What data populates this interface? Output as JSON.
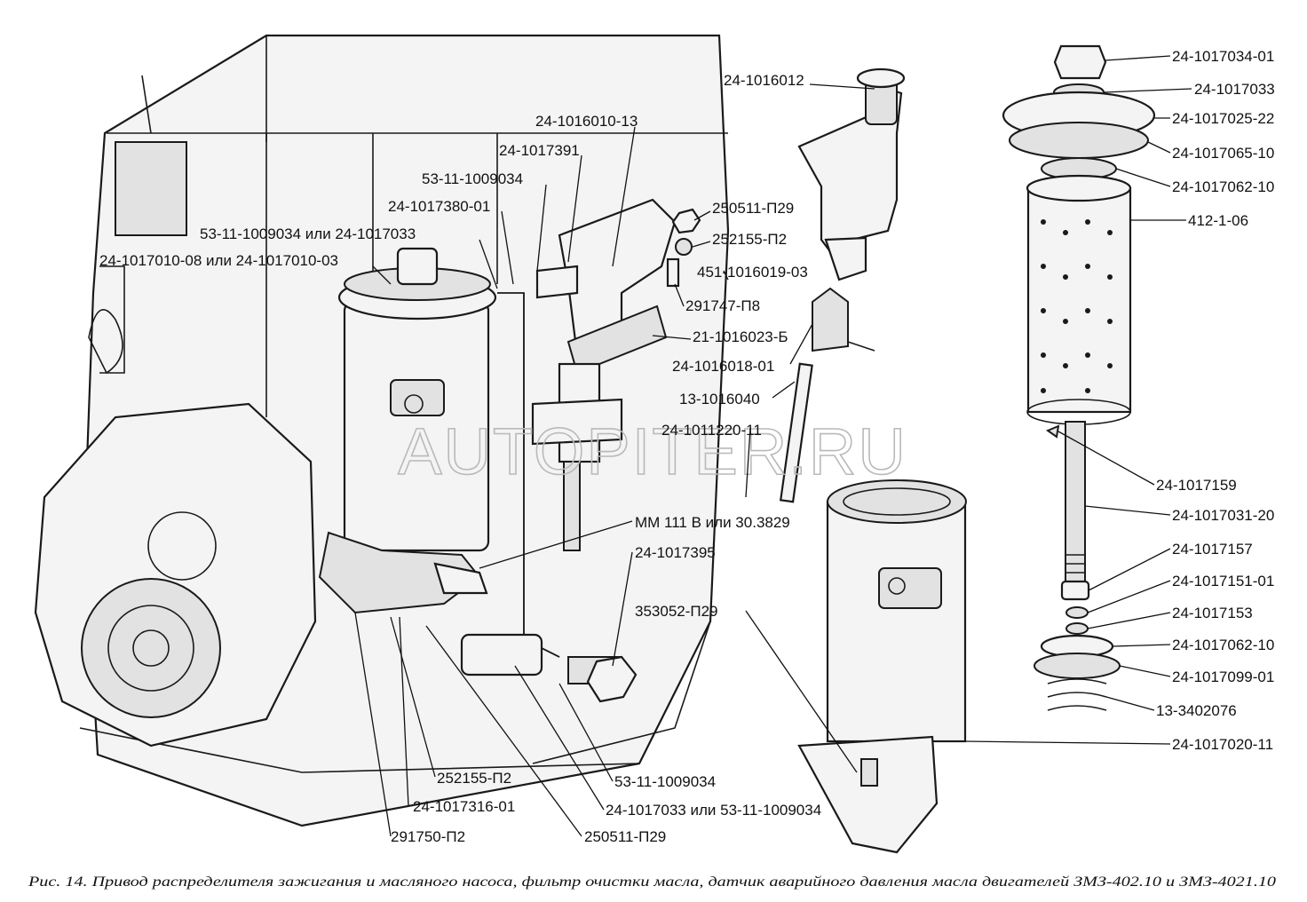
{
  "watermark": "AUTOPITER.RU",
  "caption": "Рис. 14. Привод распределителя зажигания и масляного насоса, фильтр очистки масла, датчик аварийного давления масла двигателей ЗМЗ-402.10 и ЗМЗ-4021.10",
  "part_labels": [
    {
      "id": "l01",
      "text": "24-1016012"
    },
    {
      "id": "l02",
      "text": "24-1016010-13"
    },
    {
      "id": "l03",
      "text": "24-1017391"
    },
    {
      "id": "l04",
      "text": "53-11-1009034"
    },
    {
      "id": "l05",
      "text": "24-1017380-01"
    },
    {
      "id": "l06",
      "text": "53-11-1009034 или 24-1017033"
    },
    {
      "id": "l07",
      "text": "24-1017010-08 или 24-1017010-03"
    },
    {
      "id": "l08",
      "text": "250511-П29"
    },
    {
      "id": "l09",
      "text": "252155-П2"
    },
    {
      "id": "l10",
      "text": "451-1016019-03"
    },
    {
      "id": "l11",
      "text": "291747-П8"
    },
    {
      "id": "l12",
      "text": "21-1016023-Б"
    },
    {
      "id": "l13",
      "text": "24-1016018-01"
    },
    {
      "id": "l14",
      "text": "13-1016040"
    },
    {
      "id": "l15",
      "text": "24-1011220-11"
    },
    {
      "id": "l16",
      "text": "ММ 111 В или 30.3829"
    },
    {
      "id": "l17",
      "text": "24-1017395"
    },
    {
      "id": "l18",
      "text": "353052-П29"
    },
    {
      "id": "l19",
      "text": "252155-П2"
    },
    {
      "id": "l20",
      "text": "53-11-1009034"
    },
    {
      "id": "l21",
      "text": "24-1017316-01"
    },
    {
      "id": "l22",
      "text": "24-1017033 или 53-11-1009034"
    },
    {
      "id": "l23",
      "text": "291750-П2"
    },
    {
      "id": "l24",
      "text": "250511-П29"
    },
    {
      "id": "l25",
      "text": "24-1017034-01"
    },
    {
      "id": "l26",
      "text": "24-1017033"
    },
    {
      "id": "l27",
      "text": "24-1017025-22"
    },
    {
      "id": "l28",
      "text": "24-1017065-10"
    },
    {
      "id": "l29",
      "text": "24-1017062-10"
    },
    {
      "id": "l30",
      "text": "412-1-06"
    },
    {
      "id": "l31",
      "text": "24-1017159"
    },
    {
      "id": "l32",
      "text": "24-1017031-20"
    },
    {
      "id": "l33",
      "text": "24-1017157"
    },
    {
      "id": "l34",
      "text": "24-1017151-01"
    },
    {
      "id": "l35",
      "text": "24-1017153"
    },
    {
      "id": "l36",
      "text": "24-1017062-10"
    },
    {
      "id": "l37",
      "text": "24-1017099-01"
    },
    {
      "id": "l38",
      "text": "13-3402076"
    },
    {
      "id": "l39",
      "text": "24-1017020-11"
    }
  ]
}
